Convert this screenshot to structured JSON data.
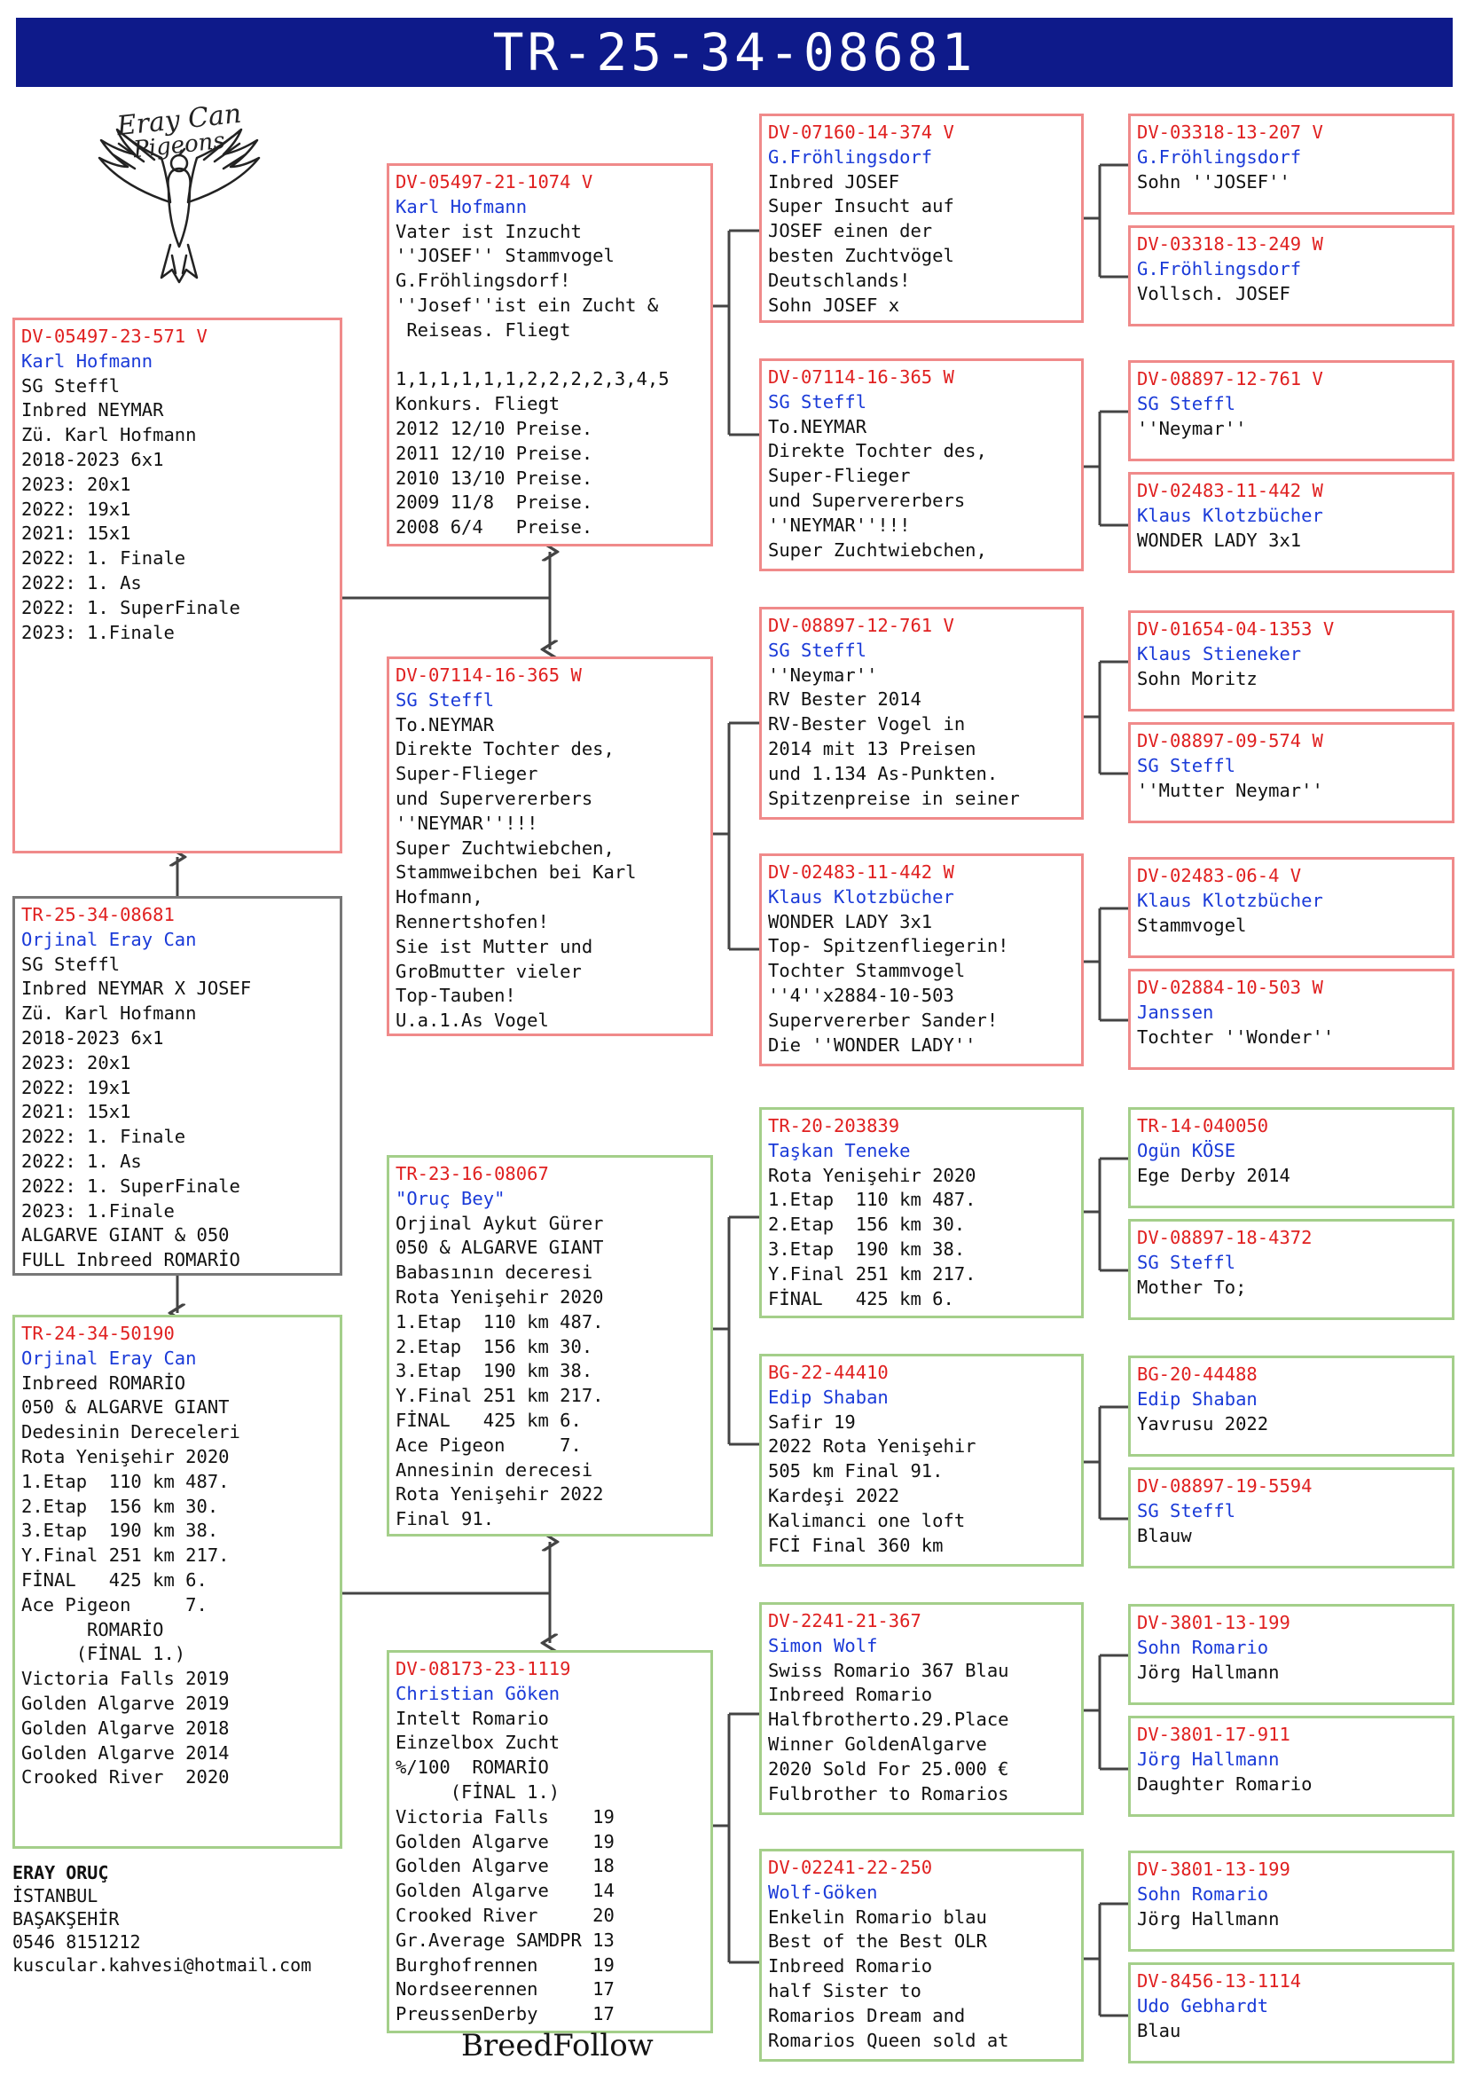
{
  "header": {
    "title": "TR-25-34-08681"
  },
  "logo": {
    "line1": "Eray Can",
    "line2": "Pigeons",
    "icon": "dove-icon"
  },
  "owner": {
    "name": "ERAY ORUÇ",
    "city": "İSTANBUL",
    "district": "BAŞAKŞEHİR",
    "phone": "0546 8151212",
    "email": "kuscular.kahvesi@hotmail.com"
  },
  "brand": "BreedFollow",
  "colors": {
    "header_bg": "#0e1a8a",
    "ring": "#e02020",
    "name": "#1a3ad8",
    "male_border": "#f08a8a",
    "female_border": "#a4cf8a",
    "self_border": "#777777"
  },
  "cards": {
    "subject": {
      "ring": "TR-25-34-08681",
      "name": "Orjinal Eray Can",
      "lines": [
        "SG Steffl",
        "Inbred NEYMAR X JOSEF",
        "Zü. Karl Hofmann",
        "2018-2023 6x1",
        "2023: 20x1",
        "2022: 19x1",
        "2021: 15x1",
        "2022: 1. Finale",
        "2022: 1. As",
        "2022: 1. SuperFinale",
        "2023: 1.Finale",
        "ALGARVE GIANT & 050",
        "FULL Inbreed ROMARİO"
      ]
    },
    "father": {
      "ring": "DV-05497-23-571 V",
      "name": "Karl Hofmann",
      "lines": [
        "SG Steffl",
        "Inbred NEYMAR",
        "Zü. Karl Hofmann",
        "2018-2023 6x1",
        "2023: 20x1",
        "2022: 19x1",
        "2021: 15x1",
        "2022: 1. Finale",
        "2022: 1. As",
        "2022: 1. SuperFinale",
        "2023: 1.Finale"
      ]
    },
    "mother": {
      "ring": "TR-24-34-50190",
      "name": "Orjinal Eray Can",
      "lines": [
        "Inbreed ROMARİO",
        "050 & ALGARVE GIANT",
        "Dedesinin Dereceleri",
        "Rota Yenişehir 2020",
        "1.Etap  110 km 487.",
        "2.Etap  156 km 30.",
        "3.Etap  190 km 38.",
        "Y.Final 251 km 217.",
        "FİNAL   425 km 6.",
        "Ace Pigeon     7.",
        "      ROMARİO",
        "     (FİNAL 1.)",
        "Victoria Falls 2019",
        "Golden Algarve 2019",
        "Golden Algarve 2018",
        "Golden Algarve 2014",
        "Crooked River  2020"
      ]
    },
    "ff": {
      "ring": "DV-05497-21-1074 V",
      "name": "Karl Hofmann",
      "lines": [
        "Vater ist Inzucht",
        "''JOSEF'' Stammvogel",
        "G.Fröhlingsdorf!",
        "''Josef''ist ein Zucht &",
        " Reiseas. Fliegt",
        "",
        "1,1,1,1,1,1,2,2,2,2,3,4,5",
        "Konkurs. Fliegt",
        "2012 12/10 Preise.",
        "2011 12/10 Preise.",
        "2010 13/10 Preise.",
        "2009 11/8  Preise.",
        "2008 6/4   Preise."
      ]
    },
    "fm": {
      "ring": "DV-07114-16-365 W",
      "name": "SG Steffl",
      "lines": [
        "To.NEYMAR",
        "Direkte Tochter des,",
        "Super-Flieger",
        "und Supervererbers",
        "''NEYMAR''!!!",
        "Super Zuchtwiebchen,",
        "Stammweibchen bei Karl",
        "Hofmann,",
        "Rennertshofen!",
        "Sie ist Mutter und",
        "GroBmutter vieler",
        "Top-Tauben!",
        "U.a.1.As Vogel"
      ]
    },
    "mf": {
      "ring": "TR-23-16-08067",
      "name": "\"Oruç Bey\"",
      "lines": [
        "Orjinal Aykut Gürer",
        "050 & ALGARVE GIANT",
        "Babasının deceresi",
        "Rota Yenişehir 2020",
        "1.Etap  110 km 487.",
        "2.Etap  156 km 30.",
        "3.Etap  190 km 38.",
        "Y.Final 251 km 217.",
        "FİNAL   425 km 6.",
        "Ace Pigeon     7.",
        "Annesinin derecesi",
        "Rota Yenişehir 2022",
        "Final 91."
      ]
    },
    "mm": {
      "ring": "DV-08173-23-1119",
      "name": "Christian Göken",
      "lines": [
        "Intelt Romario",
        "Einzelbox Zucht",
        "%/100  ROMARİO",
        "     (FİNAL 1.)",
        "Victoria Falls    19",
        "Golden Algarve    19",
        "Golden Algarve    18",
        "Golden Algarve    14",
        "Crooked River     20",
        "Gr.Average SAMDPR 13",
        "Burghofrennen     19",
        "Nordseerennen     17",
        "PreussenDerby     17"
      ]
    },
    "fff": {
      "ring": "DV-07160-14-374 V",
      "name": "G.Fröhlingsdorf",
      "lines": [
        "Inbred JOSEF",
        "Super Insucht auf",
        "JOSEF einen der",
        "besten Zuchtvögel",
        "Deutschlands!",
        "Sohn JOSEF x"
      ]
    },
    "ffm": {
      "ring": "DV-07114-16-365 W",
      "name": "SG Steffl",
      "lines": [
        "To.NEYMAR",
        "Direkte Tochter des,",
        "Super-Flieger",
        "und Supervererbers",
        "''NEYMAR''!!!",
        "Super Zuchtwiebchen,"
      ]
    },
    "fmf": {
      "ring": "DV-08897-12-761 V",
      "name": "SG Steffl",
      "lines": [
        "''Neymar''",
        "RV Bester 2014",
        "RV-Bester Vogel in",
        "2014 mit 13 Preisen",
        "und 1.134 As-Punkten.",
        "Spitzenpreise in seiner"
      ]
    },
    "fmm": {
      "ring": "DV-02483-11-442 W",
      "name": "Klaus Klotzbücher",
      "lines": [
        "WONDER LADY 3x1",
        "Top- Spitzenfliegerin!",
        "Tochter Stammvogel",
        "''4''x2884-10-503",
        "Supervererber Sander!",
        "Die ''WONDER LADY''"
      ]
    },
    "mff": {
      "ring": "TR-20-203839",
      "name": "Taşkan Teneke",
      "lines": [
        "Rota Yenişehir 2020",
        "1.Etap  110 km 487.",
        "2.Etap  156 km 30.",
        "3.Etap  190 km 38.",
        "Y.Final 251 km 217.",
        "FİNAL   425 km 6."
      ]
    },
    "mfm": {
      "ring": "BG-22-44410",
      "name": "Edip Shaban",
      "lines": [
        "Safir 19",
        "2022 Rota Yenişehir",
        "505 km Final 91.",
        "Kardeşi 2022",
        "Kalimanci one loft",
        "FCİ Final 360 km"
      ]
    },
    "mmf": {
      "ring": "DV-2241-21-367",
      "name": "Simon Wolf",
      "lines": [
        "Swiss Romario 367 Blau",
        "Inbreed Romario",
        "Halfbrotherto.29.Place",
        "Winner GoldenAlgarve",
        "2020 Sold For 25.000 €",
        "Fulbrother to Romarios"
      ]
    },
    "mmm": {
      "ring": "DV-02241-22-250",
      "name": "Wolf-Göken",
      "lines": [
        "Enkelin Romario blau",
        "Best of the Best OLR",
        "Inbreed Romario",
        "half Sister to",
        "Romarios Dream and",
        "Romarios Queen sold at"
      ]
    },
    "g1": {
      "ring": "DV-03318-13-207 V",
      "name": "G.Fröhlingsdorf",
      "lines": [
        "Sohn ''JOSEF''"
      ]
    },
    "g2": {
      "ring": "DV-03318-13-249 W",
      "name": "G.Fröhlingsdorf",
      "lines": [
        "Vollsch. JOSEF"
      ]
    },
    "g3": {
      "ring": "DV-08897-12-761 V",
      "name": "SG Steffl",
      "lines": [
        "''Neymar''"
      ]
    },
    "g4": {
      "ring": "DV-02483-11-442 W",
      "name": "Klaus Klotzbücher",
      "lines": [
        "WONDER LADY 3x1"
      ]
    },
    "g5": {
      "ring": "DV-01654-04-1353 V",
      "name": "Klaus Stieneker",
      "lines": [
        "Sohn Moritz"
      ]
    },
    "g6": {
      "ring": "DV-08897-09-574 W",
      "name": "SG Steffl",
      "lines": [
        "''Mutter Neymar''"
      ]
    },
    "g7": {
      "ring": "DV-02483-06-4 V",
      "name": "Klaus Klotzbücher",
      "lines": [
        "Stammvogel"
      ]
    },
    "g8": {
      "ring": "DV-02884-10-503 W",
      "name": "Janssen",
      "lines": [
        "Tochter ''Wonder''"
      ]
    },
    "g9": {
      "ring": "TR-14-040050",
      "name": "Ogün KÖSE",
      "lines": [
        "Ege Derby 2014"
      ]
    },
    "g10": {
      "ring": "DV-08897-18-4372",
      "name": "SG Steffl",
      "lines": [
        "Mother To;"
      ]
    },
    "g11": {
      "ring": "BG-20-44488",
      "name": "Edip Shaban",
      "lines": [
        "Yavrusu 2022"
      ]
    },
    "g12": {
      "ring": "DV-08897-19-5594",
      "name": "SG Steffl",
      "lines": [
        "Blauw"
      ]
    },
    "g13": {
      "ring": "DV-3801-13-199",
      "name": "Sohn Romario",
      "lines": [
        "Jörg Hallmann"
      ]
    },
    "g14": {
      "ring": "DV-3801-17-911",
      "name": "Jörg Hallmann",
      "lines": [
        "Daughter Romario"
      ]
    },
    "g15": {
      "ring": "DV-3801-13-199",
      "name": "Sohn Romario",
      "lines": [
        "Jörg Hallmann"
      ]
    },
    "g16": {
      "ring": "DV-8456-13-1114",
      "name": "Udo Gebhardt",
      "lines": [
        "Blau"
      ]
    }
  }
}
